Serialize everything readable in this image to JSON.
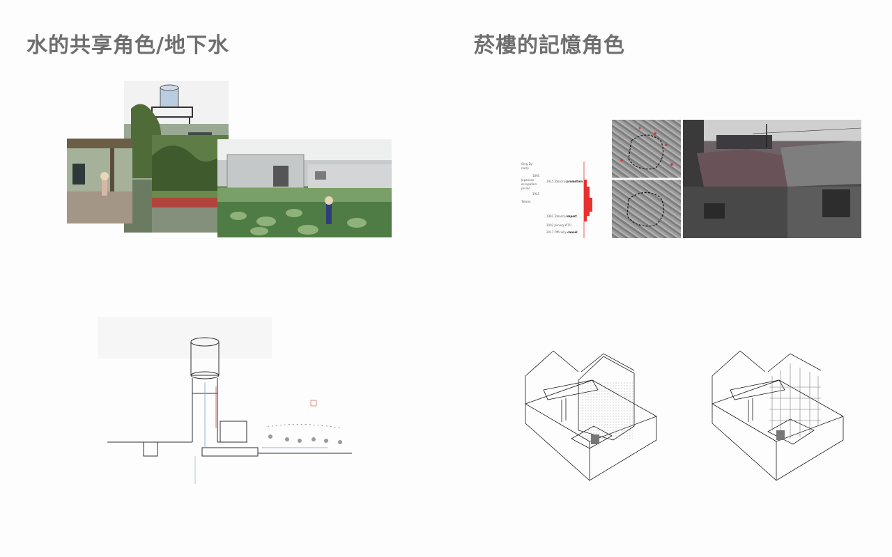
{
  "panels": {
    "left": {
      "title": "水的共享角色/地下水"
    },
    "right": {
      "title": "菸樓的記憶角色",
      "timeline": {
        "entries": [
          {
            "year": "",
            "text": "Qing Dy"
          },
          {
            "year": "",
            "text": "nasty"
          },
          {
            "year": "1895",
            "text": ""
          },
          {
            "year": "",
            "text": "Japanese"
          },
          {
            "year": "",
            "text": "occupation"
          },
          {
            "year": "",
            "text": "period"
          },
          {
            "year": "1945",
            "text": ""
          },
          {
            "year": "",
            "text": "Taiwan"
          },
          {
            "year": "1915",
            "text": "Tobacco",
            "emphasis": "promotion"
          },
          {
            "year": "1981",
            "text": "Tobacco",
            "emphasis": "import"
          },
          {
            "year": "2002",
            "text": "Joining WTO"
          },
          {
            "year": "2017",
            "text": "Officially",
            "emphasis": "cancel"
          }
        ],
        "accent_color": "#e8312f"
      }
    }
  }
}
